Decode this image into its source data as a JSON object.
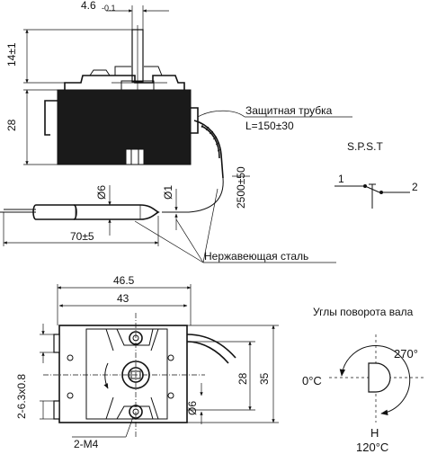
{
  "side_view": {
    "dim_shaft_width": "4.6",
    "dim_shaft_width_tol": "-0.1",
    "dim_shaft_height": "14±1",
    "dim_body_height": "28",
    "dim_bulb_dia": "Ø6",
    "dim_capillary_dia": "Ø1",
    "dim_capillary_length": "2500±50",
    "dim_bulb_length": "70±5",
    "callout_tube_title": "Защитная трубка",
    "callout_tube_length": "L=150±30",
    "callout_steel": "Нержавеющая сталь"
  },
  "switch": {
    "title": "S.P.S.T",
    "terminal_left": "1",
    "terminal_right": "2"
  },
  "front_view": {
    "dim_overall_width": "46.5",
    "dim_body_width": "43",
    "dim_height_inner": "28",
    "dim_height_outer": "35",
    "dim_terminals": "2-6.3x0.8",
    "dim_hole_dia": "Ø6",
    "callout_screws": "2-M4"
  },
  "rotation": {
    "title": "Углы поворота вала",
    "angle_max": "270°",
    "angle_zero": "0°C",
    "label_h": "H",
    "temp_h": "120°C"
  }
}
